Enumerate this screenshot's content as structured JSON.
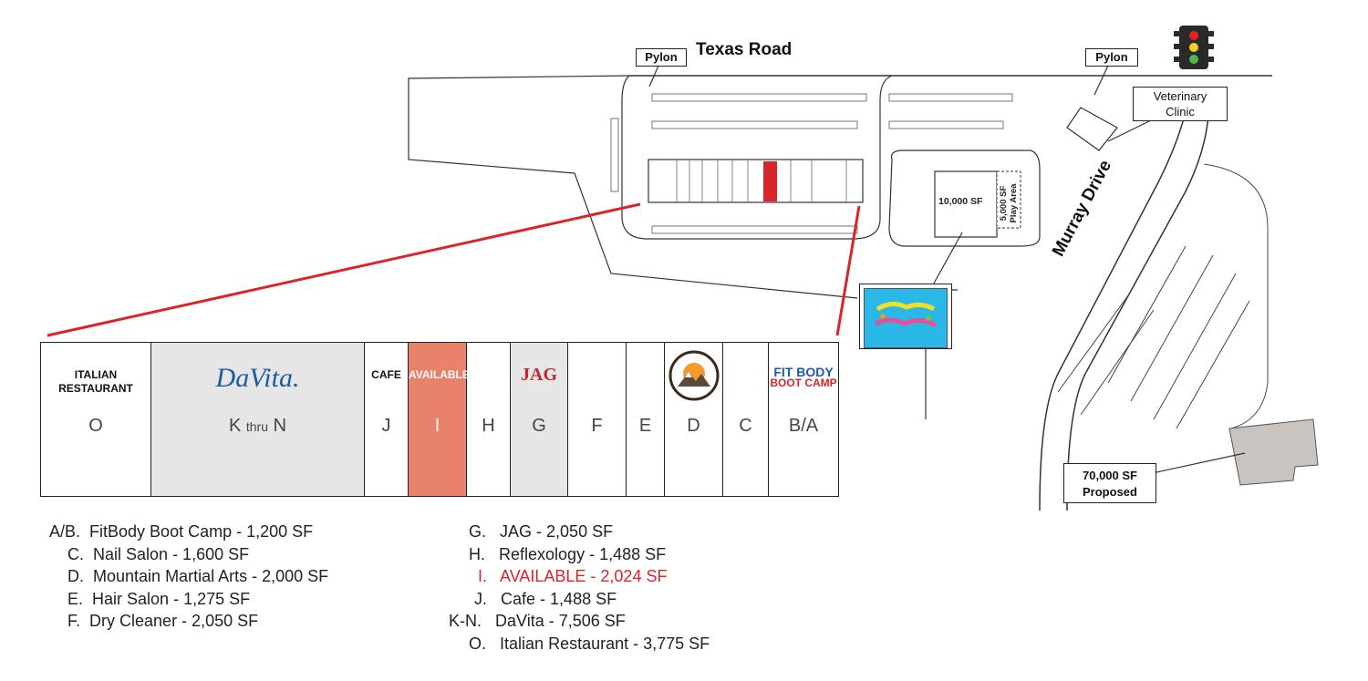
{
  "roads": {
    "texas_road": "Texas Road",
    "murray_drive": "Murray Drive"
  },
  "callouts": {
    "pylon_left": "Pylon",
    "pylon_right": "Pylon",
    "veterinary_clinic_line1": "Veterinary",
    "veterinary_clinic_line2": "Clinic",
    "building_10000": "10,000 SF",
    "play_area_line1": "5,000 SF",
    "play_area_line2": "Play Area",
    "proposed_line1": "70,000 SF",
    "proposed_line2": "Proposed"
  },
  "units": [
    {
      "letter": "O",
      "name_line1": "ITALIAN",
      "name_line2": "RESTAURANT",
      "logo": ""
    },
    {
      "letter": "K",
      "letter_small": "thru",
      "letter_end": "N",
      "name_line1": "",
      "name_line2": "",
      "logo": "DaVita."
    },
    {
      "letter": "J",
      "name_line1": "CAFE",
      "name_line2": "",
      "logo": ""
    },
    {
      "letter": "I",
      "name_line1": "AVAILABLE",
      "name_line2": "",
      "logo": ""
    },
    {
      "letter": "H",
      "name_line1": "",
      "name_line2": "",
      "logo": ""
    },
    {
      "letter": "G",
      "name_line1": "",
      "name_line2": "",
      "logo": "JAG"
    },
    {
      "letter": "F",
      "name_line1": "",
      "name_line2": "",
      "logo": ""
    },
    {
      "letter": "E",
      "name_line1": "",
      "name_line2": "",
      "logo": ""
    },
    {
      "letter": "D",
      "name_line1": "",
      "name_line2": "",
      "logo": "mountain-martial-arts-logo"
    },
    {
      "letter": "C",
      "name_line1": "",
      "name_line2": "",
      "logo": ""
    },
    {
      "letter": "B/A",
      "name_line1": "FIT BODY",
      "name_line2": "BOOT CAMP",
      "logo": ""
    }
  ],
  "legend_left": [
    {
      "code": "A/B.",
      "text": "FitBody Boot Camp - 1,200 SF"
    },
    {
      "code": "C.",
      "text": "Nail Salon - 1,600 SF"
    },
    {
      "code": "D.",
      "text": "Mountain Martial Arts - 2,000 SF"
    },
    {
      "code": "E.",
      "text": "Hair Salon - 1,275 SF"
    },
    {
      "code": "F.",
      "text": "Dry Cleaner - 2,050 SF"
    }
  ],
  "legend_right": [
    {
      "code": "G.",
      "text": "JAG - 2,050 SF"
    },
    {
      "code": "H.",
      "text": "Reflexology - 1,488 SF"
    },
    {
      "code": "I.",
      "text": "AVAILABLE - 2,024 SF"
    },
    {
      "code": "J.",
      "text": "Cafe - 1,488 SF"
    },
    {
      "code": "K-N.",
      "text": "DaVita - 7,506 SF"
    },
    {
      "code": "O.",
      "text": "Italian Restaurant - 3,775 SF"
    }
  ],
  "colors": {
    "available": "#e8826a",
    "shaded_unit": "#e6e6e6",
    "highlight_red": "#d8242b",
    "tenant_logo_bg": "#2ab8e6"
  },
  "icons": {
    "traffic_light": "traffic-light-icon",
    "learning_experience_logo": "learning-experience-logo"
  }
}
